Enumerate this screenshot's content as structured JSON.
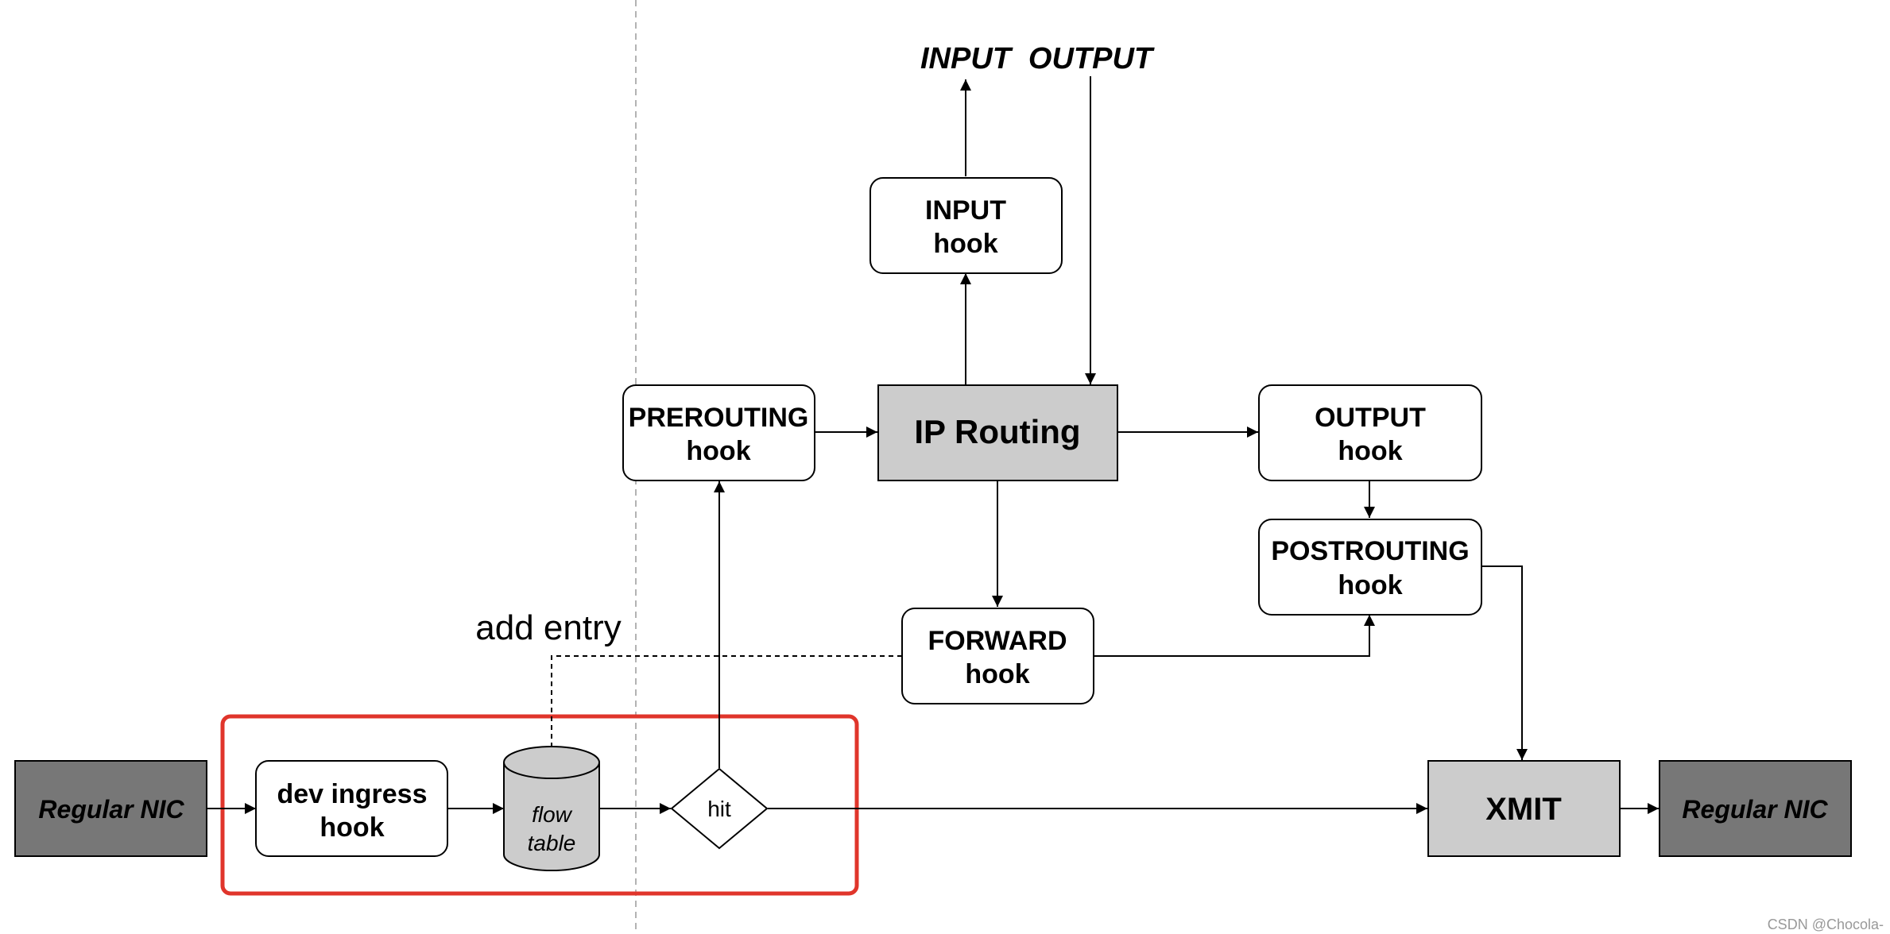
{
  "top_labels": {
    "input": "INPUT",
    "output": "OUTPUT"
  },
  "nodes": {
    "input_hook": [
      "INPUT",
      "hook"
    ],
    "prerouting_hook": [
      "PREROUTING",
      "hook"
    ],
    "ip_routing": "IP Routing",
    "output_hook": [
      "OUTPUT",
      "hook"
    ],
    "postrouting_hook": [
      "POSTROUTING",
      "hook"
    ],
    "forward_hook": [
      "FORWARD",
      "hook"
    ],
    "regular_nic_in": "Regular NIC",
    "dev_ingress_hook": [
      "dev ingress",
      "hook"
    ],
    "flow_table": [
      "flow",
      "table"
    ],
    "hit": "hit",
    "xmit": "XMIT",
    "regular_nic_out": "Regular NIC"
  },
  "annotations": {
    "add_entry": "add entry"
  },
  "watermark": "CSDN @Chocola-",
  "colors": {
    "nic_fill": "#777777",
    "routing_fill": "#cccccc",
    "xmit_fill": "#cccccc",
    "flowtable_fill": "#cccccc",
    "highlight_border": "#e0352b",
    "separator": "#b3b3b3"
  }
}
